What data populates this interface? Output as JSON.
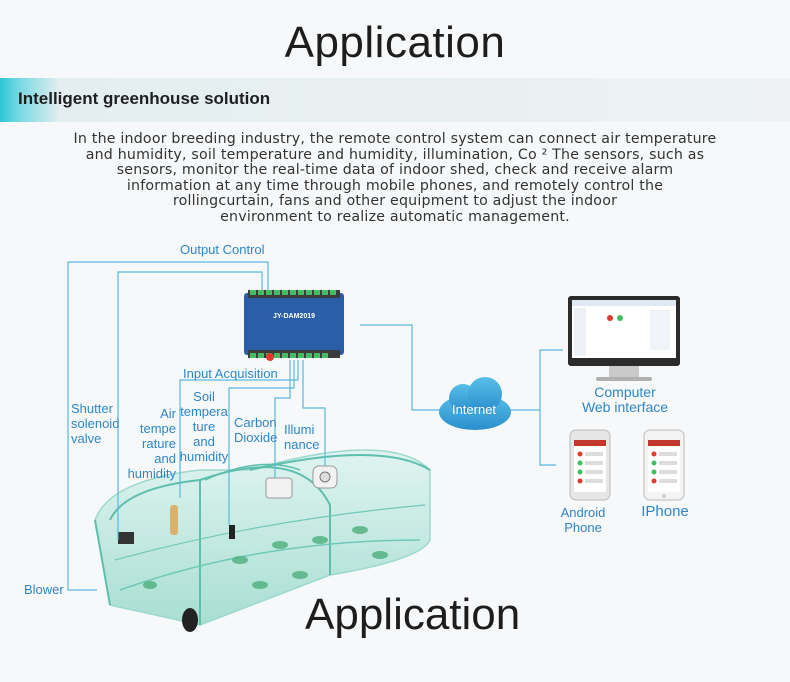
{
  "page": {
    "title": "Application",
    "section_heading": "Intelligent greenhouse solution",
    "intro_lines": [
      "In the indoor breeding industry, the remote control system can connect air temperature",
      "and humidity, soil temperature and humidity, illumination, Co ² The sensors, such as",
      "sensors, monitor the real-time data of indoor shed, check and receive alarm",
      "information at any time through mobile phones, and remotely control the",
      "rollingcurtain, fans and other equipment to adjust the indoor",
      "environment to realize automatic management."
    ]
  },
  "diagram": {
    "output_control": "Output Control",
    "input_acquisition": "Input Acquisition",
    "controller_model": "JY-DAM2019",
    "sensors": {
      "shutter": [
        "Shutter",
        "solenoid",
        "valve"
      ],
      "air": [
        "Air",
        "tempe",
        "rature and",
        "humidity"
      ],
      "soil": [
        "Soil",
        "tempera",
        "ture",
        "and",
        "humidity"
      ],
      "carbon": [
        "Carbon",
        "Dioxide"
      ],
      "illuminance": [
        "Illumi",
        "nance"
      ]
    },
    "blower": "Blower",
    "internet": "Internet",
    "computer": [
      "Computer",
      "Web interface"
    ],
    "android": [
      "Android",
      "Phone"
    ],
    "iphone": "IPhone",
    "overlay_title": "Application"
  },
  "colors": {
    "accent": "#2e86c8",
    "cyan": "#2fc6d6",
    "line": "#5ab8dd",
    "greenhouse": "#a8e2d6",
    "device": "#2a5ea8"
  }
}
